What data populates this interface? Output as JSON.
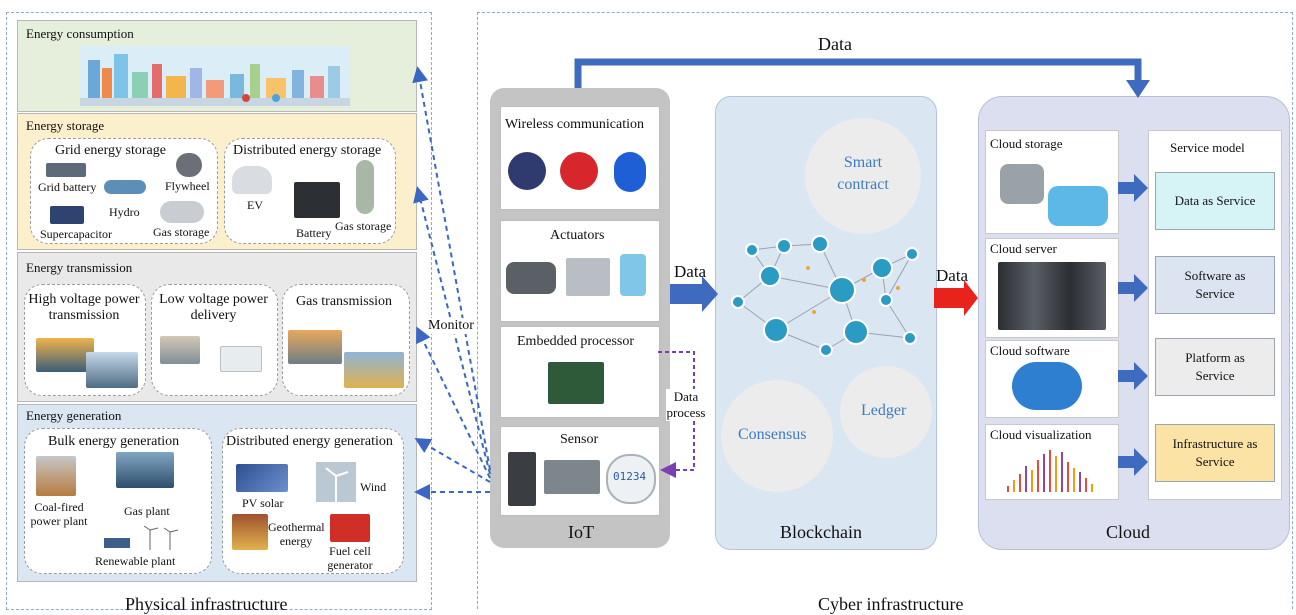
{
  "physical": {
    "title": "Physical infrastructure",
    "consumption": {
      "title": "Energy consumption"
    },
    "storage": {
      "title": "Energy storage",
      "grid": {
        "title": "Grid energy storage",
        "items": [
          "Grid battery",
          "Flywheel",
          "Hydro",
          "Supercapacitor",
          "Gas storage"
        ]
      },
      "distributed": {
        "title": "Distributed energy storage",
        "items": [
          "EV",
          "Battery",
          "Gas storage"
        ]
      }
    },
    "transmission": {
      "title": "Energy transmission",
      "high_voltage": "High voltage power transmission",
      "low_voltage": "Low voltage power delivery",
      "gas": "Gas transmission"
    },
    "generation": {
      "title": "Energy generation",
      "bulk": {
        "title": "Bulk energy generation",
        "items": [
          "Coal-fired power plant",
          "Gas plant",
          "Renewable plant"
        ]
      },
      "distributed": {
        "title": "Distributed energy generation",
        "items": [
          "PV solar",
          "Wind",
          "Geothermal energy",
          "Fuel cell generator"
        ]
      }
    }
  },
  "cyber": {
    "title": "Cyber infrastructure",
    "iot": {
      "title": "IoT",
      "wireless": "Wireless communication",
      "actuators": "Actuators",
      "embedded": "Embedded processor",
      "sensor": "Sensor",
      "meter_reading": "01234"
    },
    "blockchain": {
      "title": "Blockchain",
      "smart_contract": "Smart contract",
      "consensus": "Consensus",
      "ledger": "Ledger"
    },
    "cloud": {
      "title": "Cloud",
      "components": [
        "Cloud storage",
        "Cloud server",
        "Cloud software",
        "Cloud visualization"
      ],
      "service_model": {
        "title": "Service model",
        "items": [
          {
            "label": "Data as Service",
            "color": "#d6f3f6"
          },
          {
            "label": "Software as Service",
            "color": "#dce3f1"
          },
          {
            "label": "Platform as Service",
            "color": "#ececec"
          },
          {
            "label": "Infrastructure as Service",
            "color": "#fbe3a6"
          }
        ]
      }
    }
  },
  "arrows": {
    "data_top": "Data",
    "data_iot": "Data",
    "data_chain": "Data",
    "monitor": "Monitor",
    "data_process": "Data process"
  },
  "colors": {
    "flow_blue": "#3f6bbf",
    "monitor_blue": "#3a66c4",
    "process_purple": "#7a3fb0",
    "data_red": "#e8231c"
  }
}
